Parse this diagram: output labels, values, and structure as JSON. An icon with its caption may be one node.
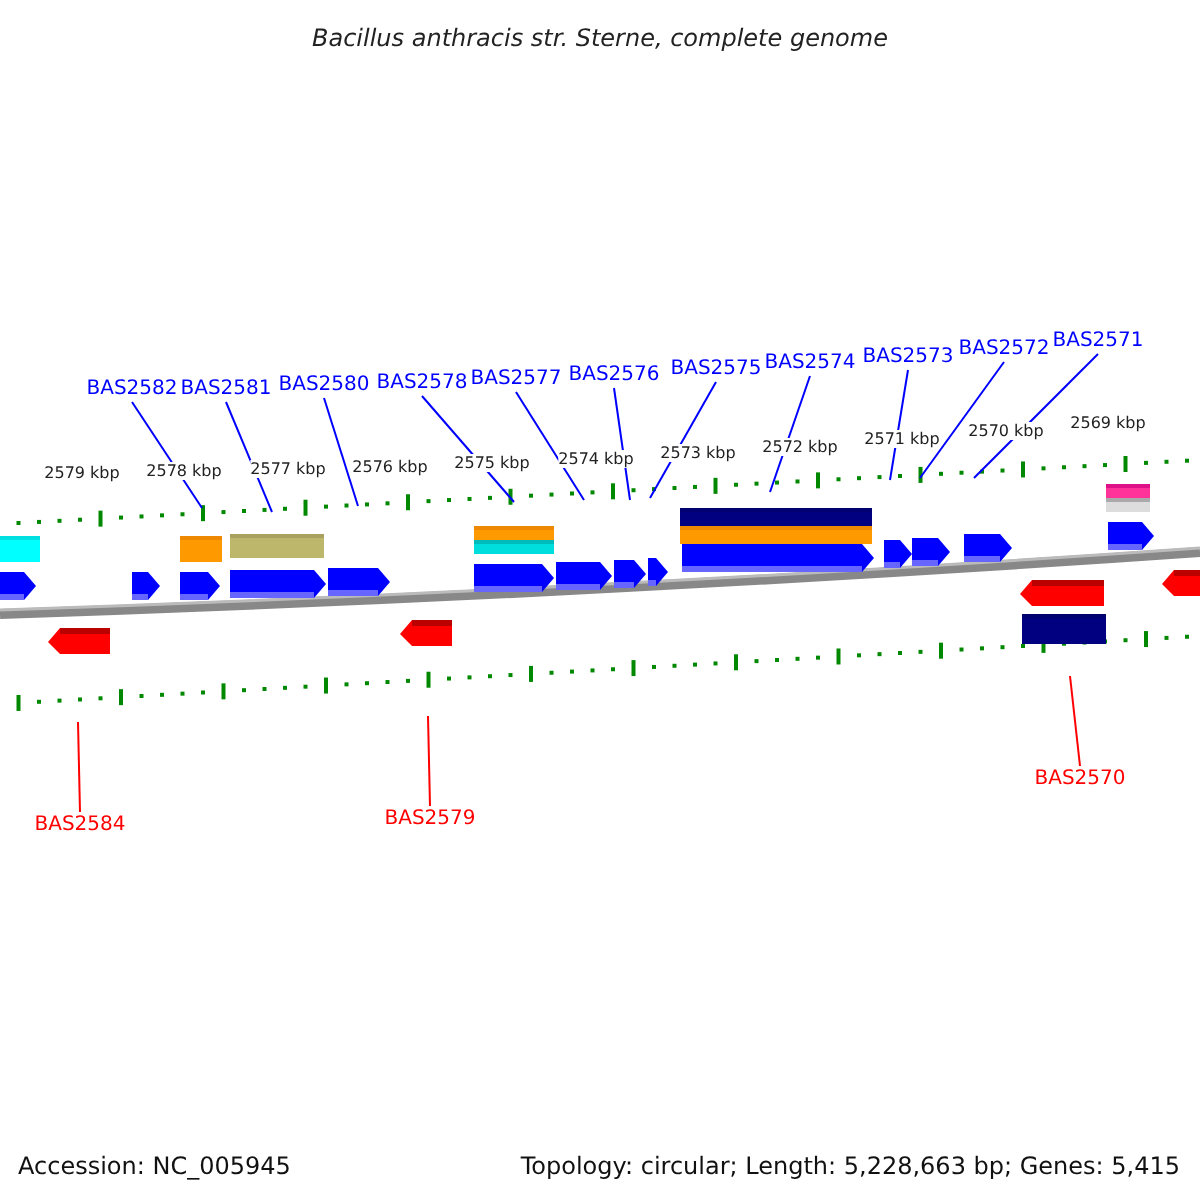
{
  "diagram": {
    "title": "Bacillus anthracis str. Sterne, complete genome",
    "nodes": [
      {
        "text": [
          "BAS2582"
        ]
      },
      {
        "text": [
          "BAS2581"
        ]
      },
      {
        "text": [
          "BAS2580"
        ]
      },
      {
        "text": [
          "BAS2578"
        ]
      },
      {
        "text": [
          "BAS2577"
        ]
      },
      {
        "text": [
          "BAS2576"
        ]
      },
      {
        "text": [
          "BAS2575"
        ]
      },
      {
        "text": [
          "BAS2574"
        ]
      },
      {
        "text": [
          "BAS2573"
        ]
      },
      {
        "text": [
          "BAS2572"
        ]
      },
      {
        "text": [
          "BAS2571"
        ]
      },
      {
        "text": [
          "BAS2584"
        ]
      },
      {
        "text": [
          "BAS2579"
        ]
      },
      {
        "text": [
          "BAS2570"
        ]
      }
    ],
    "edges": [
      {
        "from": 0,
        "to": null,
        "arrow": "none"
      },
      {
        "from": 1,
        "to": null,
        "arrow": "none"
      },
      {
        "from": 2,
        "to": null,
        "arrow": "none"
      },
      {
        "from": 3,
        "to": null,
        "arrow": "none"
      },
      {
        "from": 4,
        "to": null,
        "arrow": "none"
      },
      {
        "from": 5,
        "to": null,
        "arrow": "none"
      },
      {
        "from": 6,
        "to": null,
        "arrow": "none"
      },
      {
        "from": 7,
        "to": null,
        "arrow": "none"
      },
      {
        "from": 8,
        "to": null,
        "arrow": "none"
      },
      {
        "from": 9,
        "to": null,
        "arrow": "none"
      },
      {
        "from": 10,
        "to": null,
        "arrow": "none"
      },
      {
        "from": 11,
        "to": null,
        "arrow": "none",
        "color": "#ff0000"
      },
      {
        "from": 12,
        "to": null,
        "arrow": "none",
        "color": "#ff0000"
      },
      {
        "from": 13,
        "to": null,
        "arrow": "none",
        "color": "#ff0000"
      }
    ],
    "labels": [
      "2579 kbp",
      "2578 kbp",
      "2577 kbp",
      "2576 kbp",
      "2575 kbp",
      "2574 kbp",
      "2573 kbp",
      "2572 kbp",
      "2571 kbp",
      "2570 kbp",
      "2569 kbp",
      "Accession: NC_005945",
      "Topology: circular; Length: 5,228,663 bp; Genes: 5,415"
    ]
  }
}
